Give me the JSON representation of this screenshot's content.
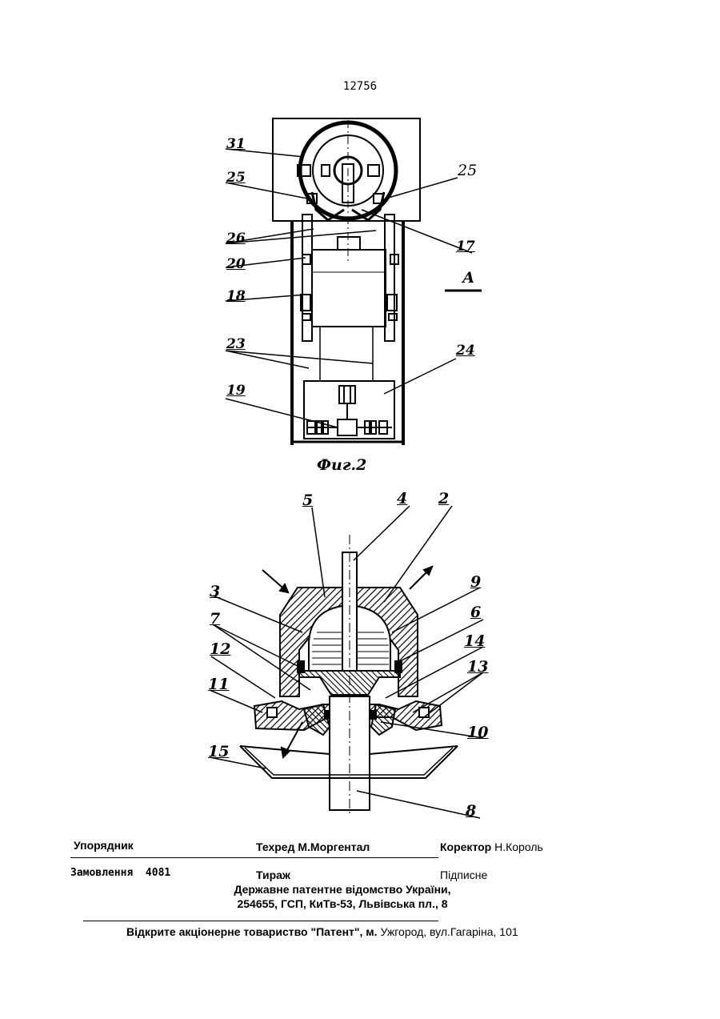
{
  "page_number": "12756",
  "fig2": {
    "caption": "Фиг.2",
    "labels": {
      "l31": "31",
      "l25a": "25",
      "l25b": "25",
      "l26": "26",
      "l17": "17",
      "l20": "20",
      "l18": "18",
      "lA": "А",
      "l23": "23",
      "l24": "24",
      "l19": "19"
    }
  },
  "fig3": {
    "labels": {
      "l5": "5",
      "l4": "4",
      "l2": "2",
      "l3": "3",
      "l9": "9",
      "l7": "7",
      "l6": "6",
      "l12": "12",
      "l14": "14",
      "l13": "13",
      "l11": "11",
      "l10": "10",
      "l15": "15",
      "l8": "8"
    }
  },
  "footer": {
    "compiler_label": "Упорядник",
    "techred": "Техред М.Моргентал",
    "corrector_label": "Коректор",
    "corrector_name": "Н.Король",
    "order": "Замовлення  4081",
    "circulation": "Тираж",
    "subscription": "Підписне",
    "office_line1": "Державне патентне відомство України,",
    "office_line2": "254655, ГСП, КиТв-53, Львівська пл., 8",
    "printer_bold": "Відкрите акціонерне товариство \"Патент\", м.",
    "printer_city": "Ужгород, вул.Гагаріна, 101"
  }
}
